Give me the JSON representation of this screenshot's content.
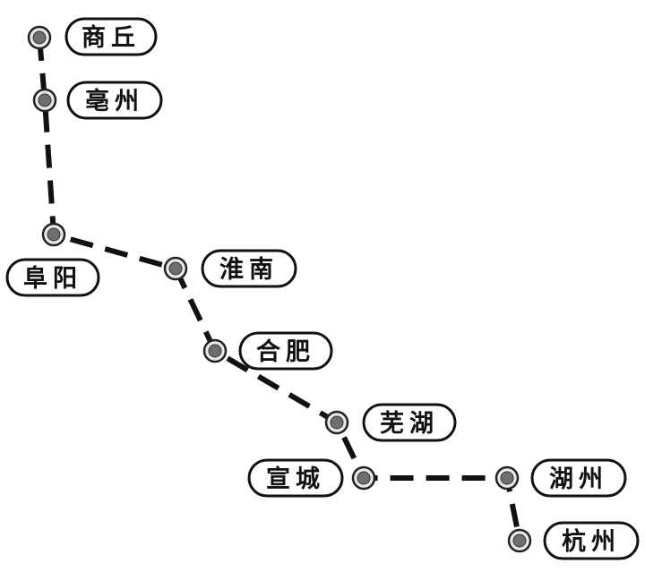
{
  "stations": [
    {
      "id": "shangqiu",
      "name": "商丘"
    },
    {
      "id": "bozhou",
      "name": "亳州"
    },
    {
      "id": "fuyang",
      "name": "阜阳"
    },
    {
      "id": "huainan",
      "name": "淮南"
    },
    {
      "id": "hefei",
      "name": "合肥"
    },
    {
      "id": "wuhu",
      "name": "芜湖"
    },
    {
      "id": "xuancheng",
      "name": "宣城"
    },
    {
      "id": "huzhou",
      "name": "湖州"
    },
    {
      "id": "hangzhou",
      "name": "杭州"
    }
  ]
}
